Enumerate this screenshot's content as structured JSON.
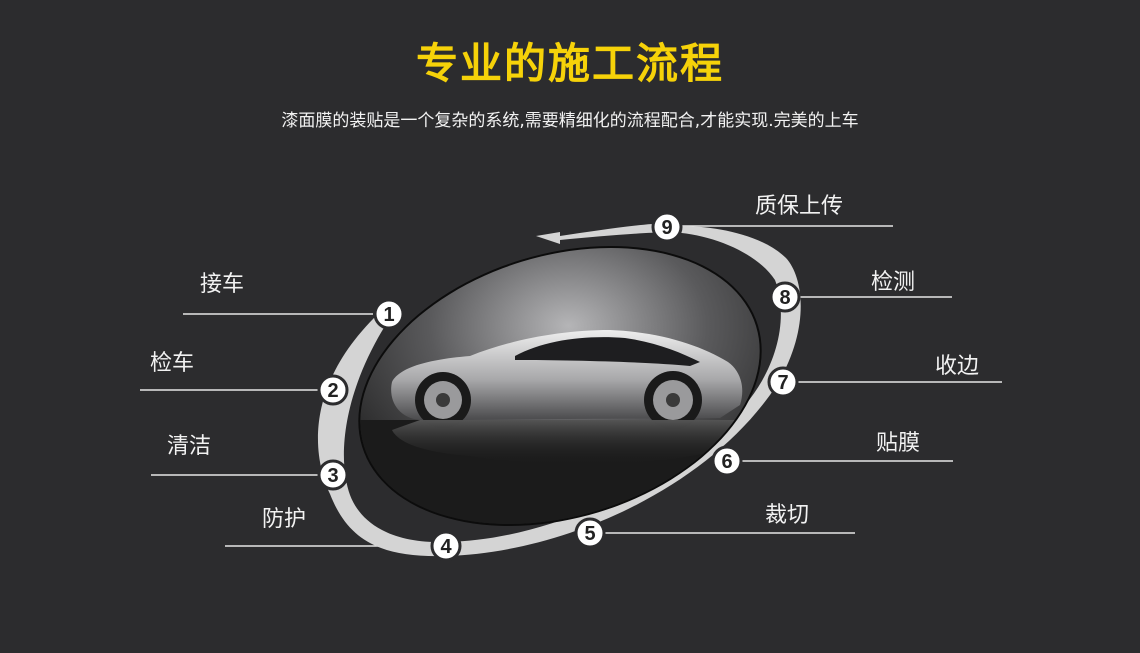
{
  "title": "专业的施工流程",
  "subtitle": "漆面膜的装贴是一个复杂的系统,需要精细化的流程配合,才能实现.完美的上车",
  "steps": [
    {
      "num": "1",
      "label": "接车"
    },
    {
      "num": "2",
      "label": "检车"
    },
    {
      "num": "3",
      "label": "清洁"
    },
    {
      "num": "4",
      "label": "防护"
    },
    {
      "num": "5",
      "label": "裁切"
    },
    {
      "num": "6",
      "label": "贴膜"
    },
    {
      "num": "7",
      "label": "收边"
    },
    {
      "num": "8",
      "label": "检测"
    },
    {
      "num": "9",
      "label": "质保上传"
    }
  ],
  "colors": {
    "background": "#2c2c2e",
    "title": "#f6d209",
    "ring": "#d4d4d4",
    "text": "#f2f2f2"
  }
}
